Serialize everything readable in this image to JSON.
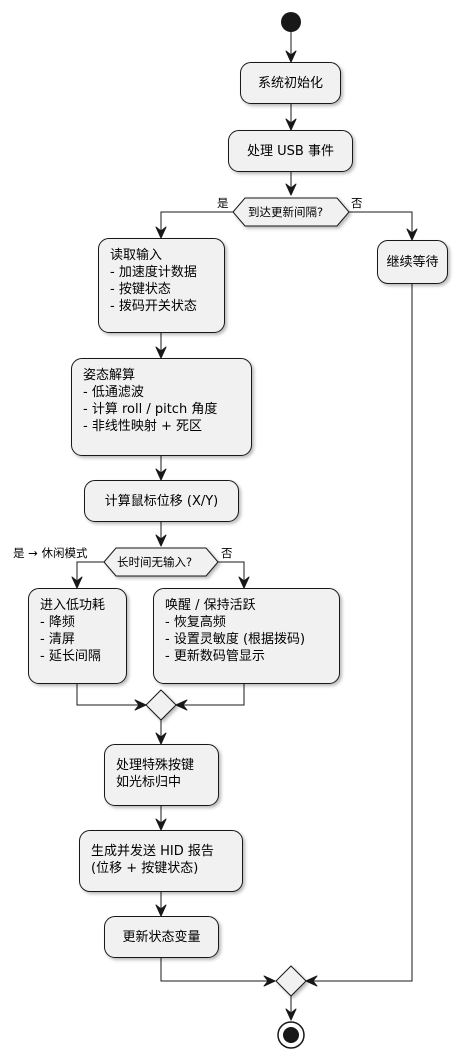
{
  "nodes": {
    "init": "系统初始化",
    "usb": "处理 USB 事件",
    "wait": "继续等待",
    "read_input": [
      "读取输入",
      "- 加速度计数据",
      "- 按键状态",
      "- 拨码开关状态"
    ],
    "attitude": [
      "姿态解算",
      "- 低通滤波",
      "- 计算 roll / pitch 角度",
      "- 非线性映射 + 死区"
    ],
    "calc_move": "计算鼠标位移 (X/Y)",
    "low_power": [
      "进入低功耗",
      "- 降频",
      "- 清屏",
      "- 延长间隔"
    ],
    "wake": [
      "唤醒 / 保持活跃",
      "- 恢复高频",
      "- 设置灵敏度 (根据拨码)",
      "- 更新数码管显示"
    ],
    "special_keys": [
      "处理特殊按键",
      "如光标归中"
    ],
    "send_report": [
      "生成并发送 HID 报告",
      "(位移 + 按键状态)"
    ],
    "update_state": "更新状态变量"
  },
  "decisions": {
    "interval": "到达更新间隔?",
    "idle": "长时间无输入?"
  },
  "edge_labels": {
    "interval_yes": "是",
    "interval_no": "否",
    "idle_yes": "是 → 休闲模式",
    "idle_no": "否"
  }
}
